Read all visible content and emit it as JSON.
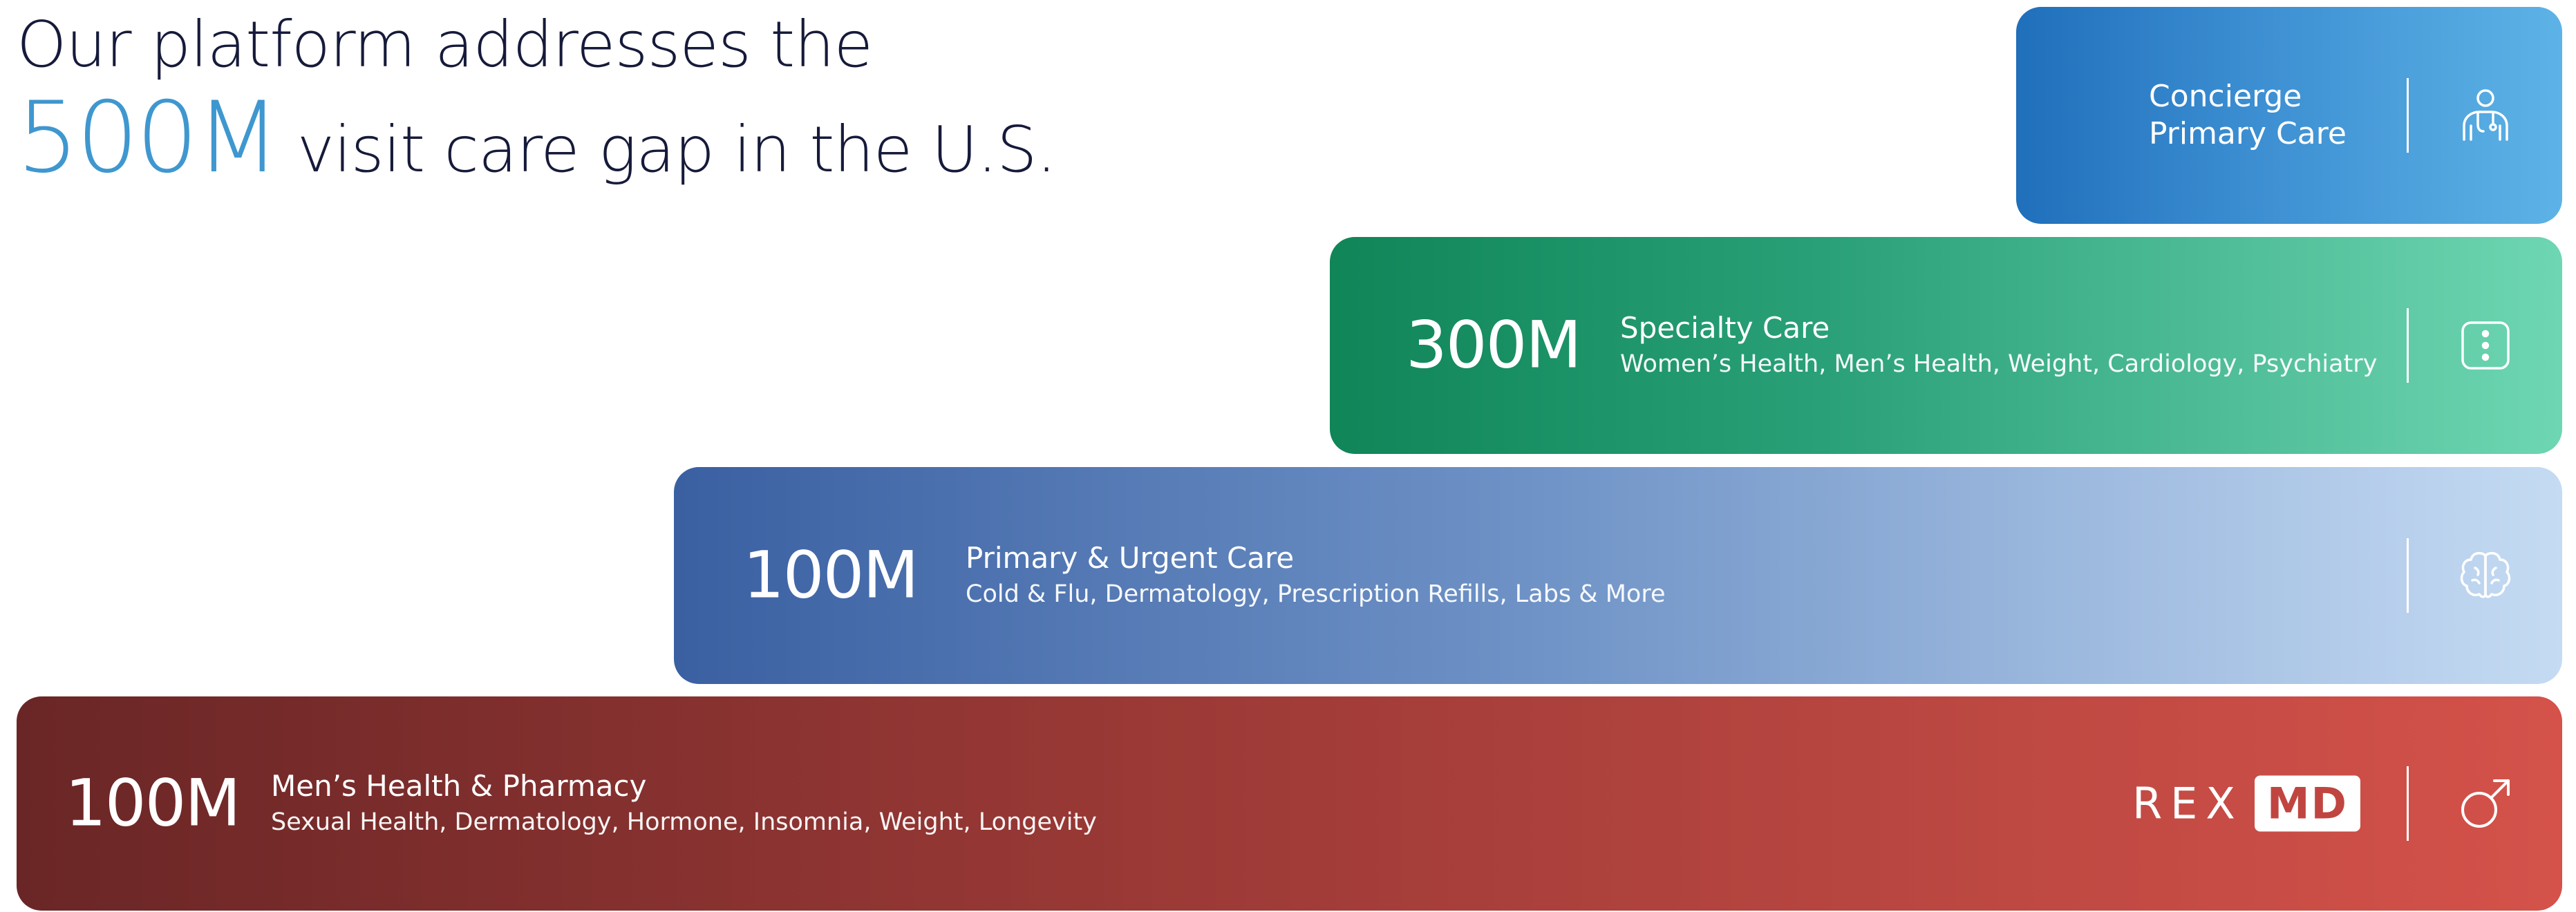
{
  "headline": {
    "line1": "Our platform addresses the",
    "highlight": "500M",
    "line2_rest": "visit care gap in the U.S."
  },
  "tiers": {
    "concierge": {
      "title_line1": "Concierge",
      "title_line2": "Primary Care",
      "icon": "doctor-icon",
      "color": "#3a8cd0"
    },
    "specialty": {
      "value": "300M",
      "title": "Specialty Care",
      "subtitle": "Women’s Health, Men’s Health, Weight, Cardiology, Psychiatry",
      "icon": "dice-icon",
      "color": "#2aa078"
    },
    "primary": {
      "value": "100M",
      "title": "Primary & Urgent Care",
      "subtitle": "Cold & Flu, Dermatology, Prescription Refills, Labs & More",
      "icon": "brain-icon",
      "color": "#6e92c6"
    },
    "mens": {
      "value": "100M",
      "title": "Men’s Health & Pharmacy",
      "subtitle": "Sexual Health, Dermatology, Hormone, Insomnia, Weight, Longevity",
      "brand_rex": "REX",
      "brand_md": "MD",
      "icon": "male-symbol-icon",
      "color": "#a63e3a"
    }
  }
}
